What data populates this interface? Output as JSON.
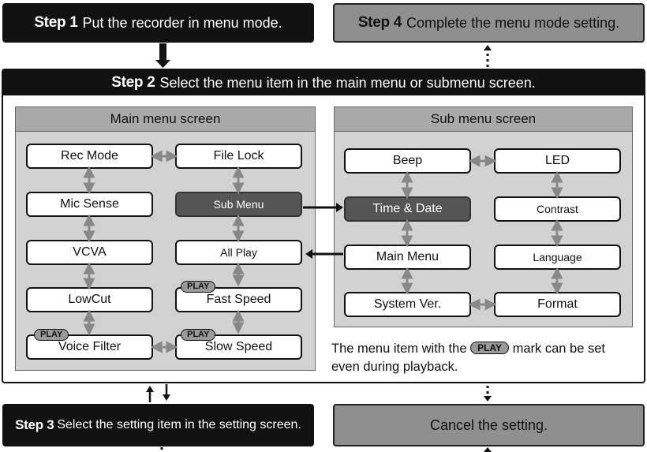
{
  "step1": {
    "num": "Step 1",
    "text": "Put the recorder in menu mode."
  },
  "step4": {
    "num": "Step 4",
    "text": "Complete the menu mode setting."
  },
  "step2": {
    "num": "Step 2",
    "text": "Select the menu item in the main menu or submenu screen."
  },
  "step3": {
    "num": "Step 3",
    "text": "Select the setting item in the setting screen."
  },
  "cancel": {
    "text": "Cancel the setting."
  },
  "main_menu": {
    "title": "Main menu screen",
    "items": {
      "rec_mode": "Rec Mode",
      "file_lock": "File Lock",
      "mic_sense": "Mic Sense",
      "sub_menu": "Sub Menu",
      "vcva": "VCVA",
      "all_play": "All Play",
      "lowcut": "LowCut",
      "fast_speed": "Fast Speed",
      "voice_filter": "Voice Filter",
      "slow_speed": "Slow Speed"
    }
  },
  "sub_menu": {
    "title": "Sub menu screen",
    "items": {
      "beep": "Beep",
      "led": "LED",
      "time_date": "Time & Date",
      "contrast": "Contrast",
      "main_menu": "Main Menu",
      "language": "Language",
      "system_ver": "System Ver.",
      "format": "Format"
    }
  },
  "play_badge": "PLAY",
  "note": {
    "part1": "The menu item with the",
    "part2": "mark can be set",
    "line2": "even during playback."
  },
  "colors": {
    "black": "#111111",
    "step_gray": "#8f8f8f",
    "panel_gray": "#d2d2d2",
    "highlight_item": "#555555",
    "connector_gray": "#888888"
  }
}
